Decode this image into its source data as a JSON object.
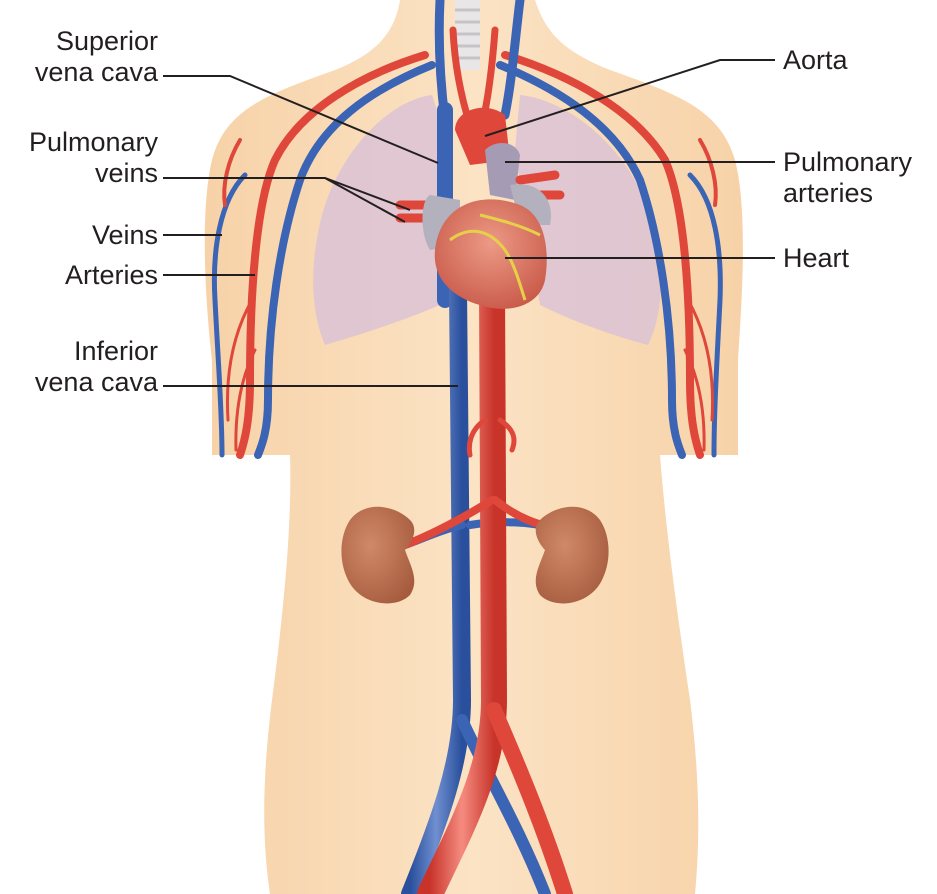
{
  "labels": {
    "superior_vena_cava": [
      "Superior",
      "vena cava"
    ],
    "pulmonary_veins": [
      "Pulmonary",
      "veins"
    ],
    "veins": "Veins",
    "arteries": "Arteries",
    "inferior_vena_cava": [
      "Inferior",
      "vena cava"
    ],
    "aorta": "Aorta",
    "pulmonary_arteries": [
      "Pulmonary",
      "arteries"
    ],
    "heart": "Heart"
  },
  "colors": {
    "skin": "#f9dcb6",
    "skin_shade": "#f3c99c",
    "artery": "#e0473b",
    "artery_light": "#f28a80",
    "vein": "#3c64b4",
    "vein_light": "#6f8fd0",
    "lung": "#d9c3d8",
    "heart": "#d76a5a",
    "kidney": "#b96e4e",
    "leader": "#231f20"
  }
}
